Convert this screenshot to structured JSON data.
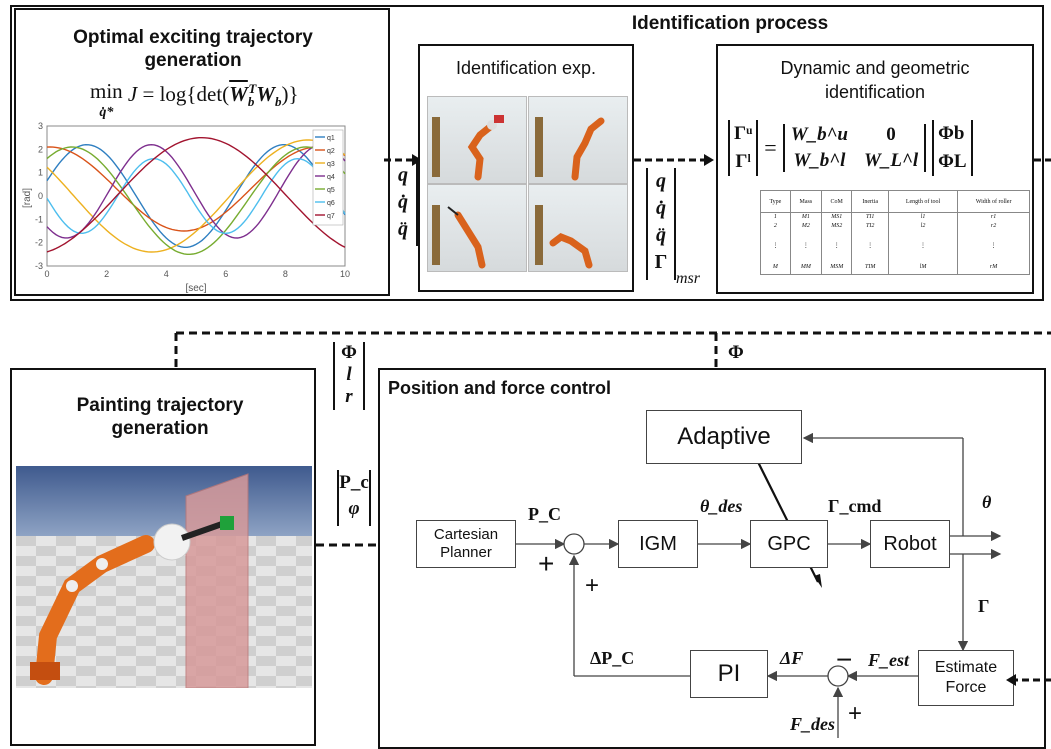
{
  "identification": {
    "title": "Identification process",
    "exciting": {
      "title": "Optimal exciting trajectory generation",
      "objective": "min J = log{det(W_b^T W_b)}",
      "plot": {
        "ylabel": "[rad]",
        "xlabel": "[sec]",
        "xticks": [
          "0",
          "2",
          "4",
          "6",
          "8",
          "10"
        ],
        "yticks": [
          "3",
          "2",
          "1",
          "0",
          "-1",
          "-2",
          "-3"
        ],
        "legend": [
          "q1",
          "q2",
          "q3",
          "q4",
          "q5",
          "q6",
          "q7"
        ],
        "colors": [
          "#2f7fc1",
          "#d95319",
          "#edb120",
          "#7e2f8e",
          "#77ac30",
          "#4dbeee",
          "#a2142f"
        ]
      }
    },
    "experiment": {
      "title": "Identification exp.",
      "input_vector": [
        "q",
        "q̇",
        "q̈"
      ],
      "output_vector": [
        "q",
        "q̇",
        "q̈",
        "Γ"
      ],
      "output_subscript": "msr"
    },
    "dyn_geo": {
      "title": "Dynamic and geometric identification",
      "equation_lhs": [
        "Γᵘ",
        "Γˡ"
      ],
      "equation_matrix": [
        "W_b^u",
        "0",
        "W_b^l",
        "W_L^l"
      ],
      "equation_rhs": [
        "Φb",
        "ΦL"
      ],
      "table": {
        "headers": [
          "Type",
          "Mass",
          "CoM",
          "Inertia",
          "Length of tool",
          "Width of roller"
        ],
        "rows": [
          [
            "1",
            "M1",
            "MS1",
            "TI1",
            "l1",
            "r1"
          ],
          [
            "2",
            "M2",
            "MS2",
            "TI2",
            "l2",
            "r2"
          ],
          [
            "M",
            "MM",
            "MSM",
            "TIM",
            "lM",
            "rM"
          ]
        ]
      }
    }
  },
  "painting": {
    "title": "Painting trajectory generation",
    "params_vector": [
      "Φ",
      "l",
      "r"
    ],
    "pose_vector": [
      "P_c",
      "φ"
    ]
  },
  "control": {
    "title": "Position and force control",
    "phi_label": "Φ",
    "blocks": {
      "adaptive": "Adaptive",
      "cartesian": "Cartesian Planner",
      "igm": "IGM",
      "gpc": "GPC",
      "robot": "Robot",
      "pi": "PI",
      "estimate": "Estimate Force"
    },
    "signals": {
      "pc": "P_C",
      "theta_des": "θ_des",
      "gamma_cmd": "Γ_cmd",
      "theta": "θ",
      "gamma": "Γ",
      "delta_pc": "ΔP_C",
      "delta_f": "ΔF",
      "f_est": "F_est",
      "f_des": "F_des",
      "plus": "+",
      "minus": "−"
    }
  }
}
